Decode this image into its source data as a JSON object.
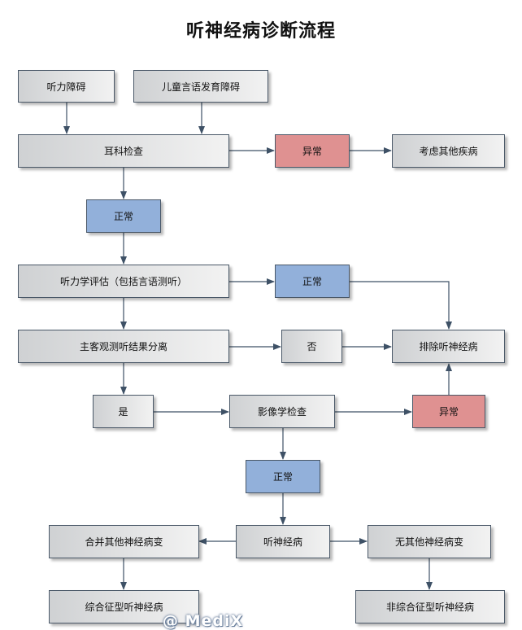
{
  "title": "听神经病诊断流程",
  "nodes": {
    "hearing_disorder": "听力障碍",
    "child_speech_disorder": "儿童言语发育障碍",
    "ent_exam": "耳科检查",
    "abnormal_1": "异常",
    "consider_other": "考虑其他疾病",
    "normal_1": "正常",
    "audiology_eval": "听力学评估（包括言语测听）",
    "normal_2": "正常",
    "subj_obj_separation": "主客观测听结果分离",
    "no": "否",
    "exclude_an": "排除听神经病",
    "yes": "是",
    "imaging": "影像学检查",
    "abnormal_2": "异常",
    "normal_3": "正常",
    "auditory_neuropathy": "听神经病",
    "with_other_neuropathy": "合并其他神经病变",
    "without_other_neuropathy": "无其他神经病变",
    "syndromic_an": "综合征型听神经病",
    "nonsyndromic_an": "非综合征型听神经病"
  },
  "watermark": "@ MediX",
  "colors": {
    "normal_fill": "#92b0da",
    "abnormal_fill": "#df9191",
    "edge": "#3e5166"
  }
}
